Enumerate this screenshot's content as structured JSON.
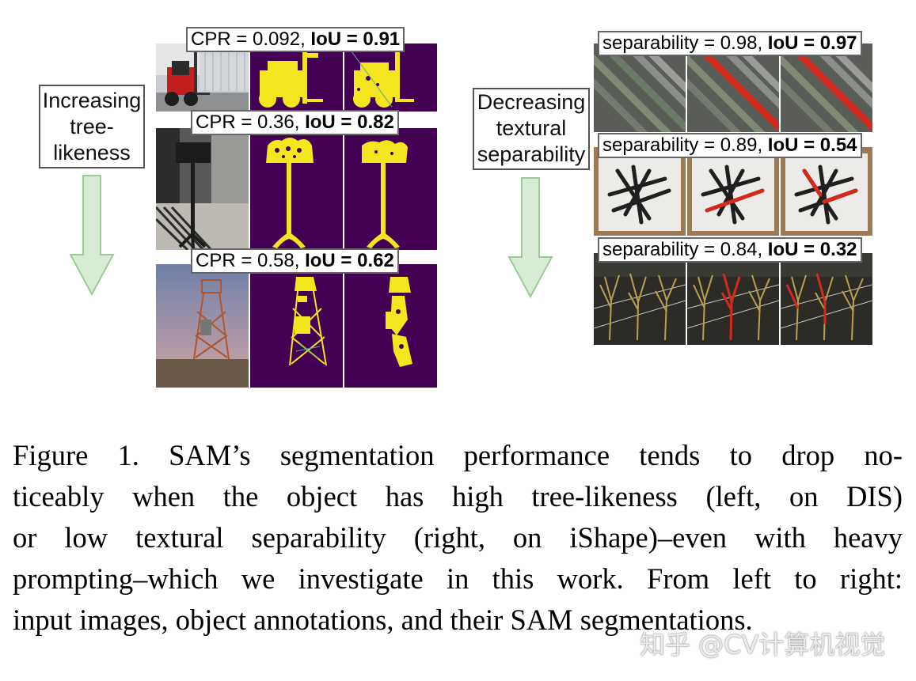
{
  "left_label": "Increasing tree-likeness",
  "left_label_lines": [
    "Increasing",
    "tree-",
    "likeness"
  ],
  "right_label_lines": [
    "Decreasing",
    "textural",
    "separability"
  ],
  "left_rows": [
    {
      "metric": "CPR = 0.092, ",
      "iou_label": "IoU = 0.91"
    },
    {
      "metric": "CPR = 0.36, ",
      "iou_label": "IoU = 0.82"
    },
    {
      "metric": "CPR = 0.58, ",
      "iou_label": "IoU = 0.62"
    }
  ],
  "right_rows": [
    {
      "metric": "separability = 0.98, ",
      "iou_label": "IoU = 0.97"
    },
    {
      "metric": "separability = 0.89, ",
      "iou_label": "IoU = 0.54"
    },
    {
      "metric": "separability = 0.84, ",
      "iou_label": "IoU = 0.32"
    }
  ],
  "caption_lines": [
    "Figure 1.  SAM’s segmentation performance tends to drop no-",
    "ticeably when the object has high tree-likeness (left, on DIS)",
    "or low textural separability (right, on iShape)–even with heavy",
    "prompting–which we investigate in this work. From left to right:",
    "input images, object annotations, and their SAM segmentations."
  ],
  "watermark": "知乎 @CV计算机视觉",
  "colors": {
    "mask_bg": "#440154",
    "mask_fg": "#f3e51e",
    "arrow_fill": "#d8ecd5",
    "arrow_stroke": "#9ccc96",
    "highlight": "#d42a1e"
  },
  "icons": [
    "down-arrow-icon",
    "down-arrow-icon"
  ]
}
